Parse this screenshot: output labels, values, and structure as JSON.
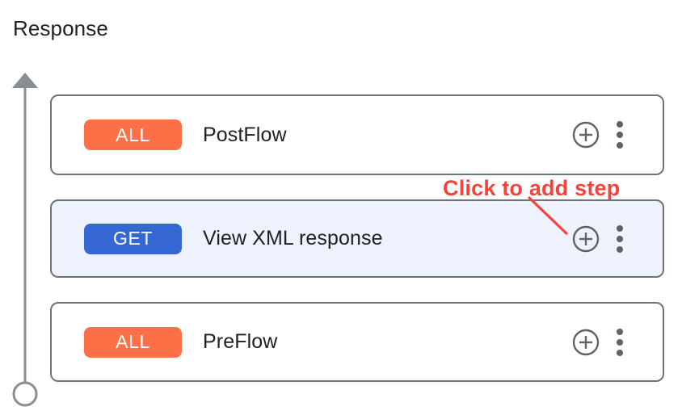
{
  "page": {
    "title": "Response"
  },
  "flow_axis": {
    "icon_arrow": "arrow-up-icon",
    "icon_endpoint": "circle-endpoint-icon",
    "direction": "upward",
    "color": "#8a8d91"
  },
  "annotation": {
    "text": "Click to add step",
    "color": "#f4433c",
    "points_to": "add-step-button-row-1"
  },
  "rows": [
    {
      "badge": "ALL",
      "badge_color": "#fb7047",
      "label": "PostFlow",
      "selected": false,
      "add_icon": "plus-circle-icon",
      "menu_icon": "more-vert-icon"
    },
    {
      "badge": "GET",
      "badge_color": "#3668d4",
      "label": "View XML response",
      "selected": true,
      "add_icon": "plus-circle-icon",
      "menu_icon": "more-vert-icon"
    },
    {
      "badge": "ALL",
      "badge_color": "#fb7047",
      "label": "PreFlow",
      "selected": false,
      "add_icon": "plus-circle-icon",
      "menu_icon": "more-vert-icon"
    }
  ]
}
